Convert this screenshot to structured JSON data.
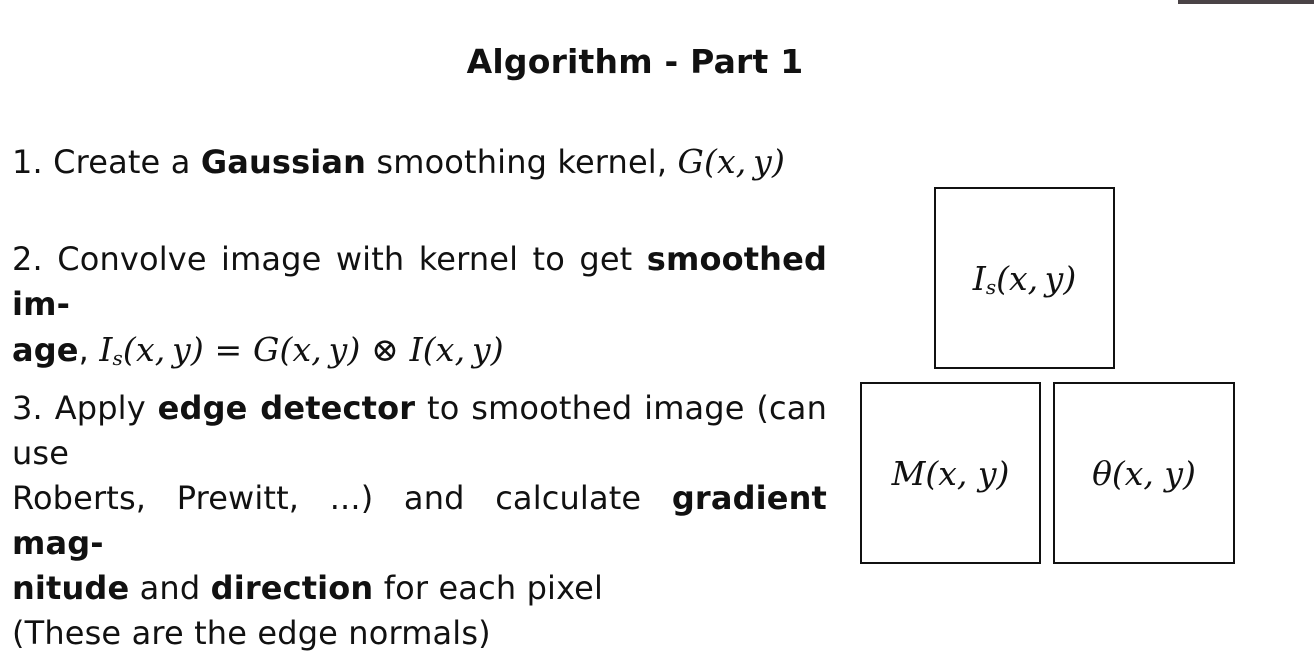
{
  "title": "Algorithm - Part 1",
  "steps": [
    {
      "number": "1.",
      "text_before": "Create a",
      "bold": "Gaussian",
      "text_after": "smoothing kernel,",
      "math": "G(x, y)"
    },
    {
      "number": "2.",
      "text_before": "Convolve image with kernel to get",
      "bold_line1": "smoothed im-",
      "bold_line2": "age",
      "math": "Is(x, y) = G(x, y) ⊗ I(x, y)"
    },
    {
      "number": "3.",
      "line1_text": "Apply",
      "line1_bold": "edge detector",
      "line1_after": "to smoothed image (can use",
      "line2_text": "Roberts, Prewitt, ...)  and calculate",
      "line2_bold": "gradient mag-",
      "line3_bold1": "nitude",
      "line3_mid": "and",
      "line3_bold2": "direction",
      "line3_after": "for each pixel",
      "line4": "(These are the edge normals)"
    }
  ],
  "diagram": {
    "smoothed_image": "Is(x, y)",
    "magnitude": "M(x, y)",
    "direction": "θ(x, y)"
  }
}
